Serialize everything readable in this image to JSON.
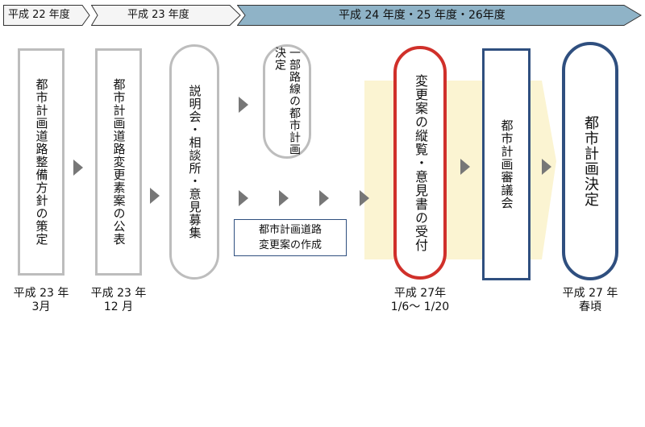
{
  "phases": [
    {
      "label": "平成 22 年度"
    },
    {
      "label": "平成 23 年度"
    },
    {
      "label": "平成 24 年度・25 年度・26年度"
    }
  ],
  "steps": [
    {
      "label": "都市計画道路整備方針の策定",
      "date": [
        "平成 23 年",
        "3月"
      ]
    },
    {
      "label": "都市計画道路変更素案の公表",
      "date": [
        "平成 23 年",
        "12 月"
      ]
    },
    {
      "label": "説明会・相談所・意見募集"
    },
    {
      "label": "一部路線の都市計画決定"
    },
    {
      "label": "都市計画道路変更案の作成",
      "lines": [
        "都市計画道路",
        "変更案の作成"
      ]
    },
    {
      "label": "変更案の縦覧・意見書の受付",
      "date": [
        "平成 27年",
        "1/6～ 1/20"
      ]
    },
    {
      "label": "都市計画審議会"
    },
    {
      "label": "都市計画決定",
      "date": [
        "平成 27 年",
        "春頃"
      ]
    }
  ],
  "colors": {
    "gray": "#bdbdbd",
    "red": "#d0302a",
    "navy": "#2f4f7f",
    "phase_fill": "#8fb3c7",
    "band": "#fbf4d2",
    "arrow": "#777777"
  }
}
